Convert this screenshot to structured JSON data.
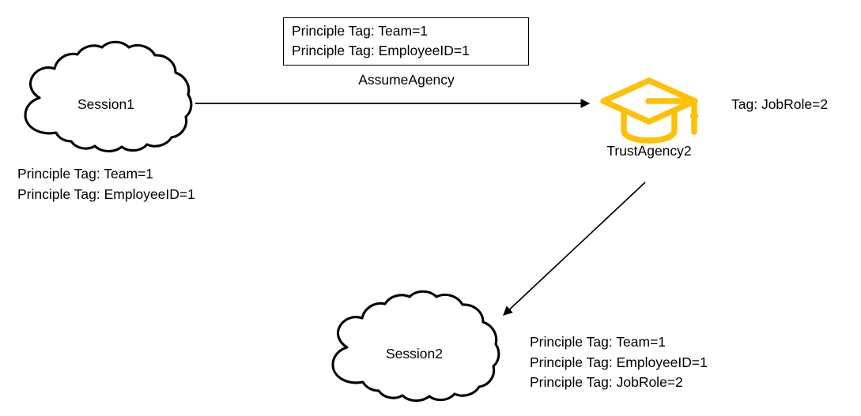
{
  "diagram": {
    "title": "AssumeAgency session tag propagation diagram",
    "colors": {
      "stroke": "#000000",
      "background": "#ffffff",
      "agency_icon": "#FFC107"
    },
    "nodes": [
      {
        "id": "session1",
        "shape": "cloud-icon",
        "label": "Session1"
      },
      {
        "id": "trustagency2",
        "shape": "graduation-cap-icon",
        "label": "TrustAgency2"
      },
      {
        "id": "session2",
        "shape": "cloud-icon",
        "label": "Session2"
      }
    ],
    "edges": [
      {
        "id": "assume-agency-edge",
        "from": "session1",
        "to": "trustagency2",
        "label": "AssumeAgency",
        "direction": "right"
      },
      {
        "id": "new-session-edge",
        "from": "trustagency2",
        "to": "session2",
        "label": "",
        "direction": "down-left"
      }
    ],
    "tag_box": {
      "id": "transitive-tags-box",
      "lines": [
        "Principle Tag: Team=1",
        "Principle Tag: EmployeeID=1"
      ]
    },
    "annotations": [
      {
        "id": "session1-tags",
        "lines": [
          "Principle Tag: Team=1",
          "Principle Tag: EmployeeID=1"
        ]
      },
      {
        "id": "trustagency2-tag",
        "lines": [
          "Tag: JobRole=2"
        ]
      },
      {
        "id": "session2-tags",
        "lines": [
          "Principle Tag: Team=1",
          "Principle Tag: EmployeeID=1",
          "Principle Tag: JobRole=2"
        ]
      }
    ]
  }
}
